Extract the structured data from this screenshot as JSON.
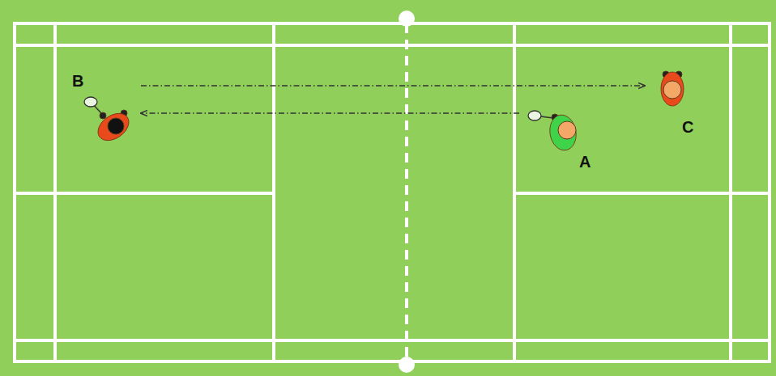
{
  "diagram": {
    "nodes": [
      {
        "text": [
          "B"
        ]
      },
      {
        "text": [
          "C"
        ]
      },
      {
        "text": [
          "A"
        ]
      }
    ],
    "edges": [
      {
        "from": 0,
        "to": 1,
        "arrow": "to"
      },
      {
        "from": 2,
        "to": 0,
        "arrow": "to"
      }
    ]
  }
}
